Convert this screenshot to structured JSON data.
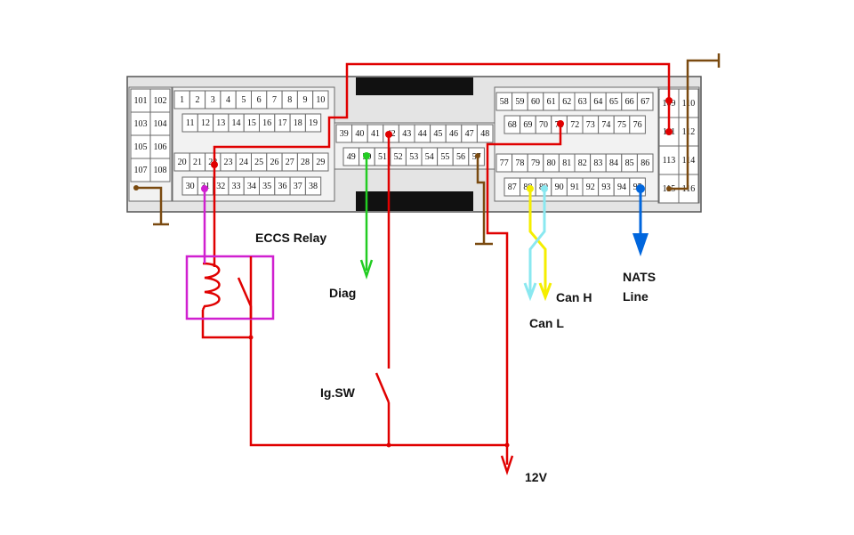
{
  "colors": {
    "power": "#e00000",
    "relay_coil": "#d020d0",
    "diag": "#22cc22",
    "ground": "#7a4a10",
    "can_h": "#f5ee00",
    "can_l": "#8ae8f0",
    "nats": "#0066dd",
    "bar": "#111111"
  },
  "connector": {
    "blocks": [
      {
        "id": "a",
        "pins": [
          "101",
          "102",
          "103",
          "104",
          "105",
          "106",
          "107",
          "108"
        ]
      },
      {
        "id": "b",
        "pins": [
          "1",
          "2",
          "3",
          "4",
          "5",
          "6",
          "7",
          "8",
          "9",
          "10",
          "11",
          "12",
          "13",
          "14",
          "15",
          "16",
          "17",
          "18",
          "19",
          "20",
          "21",
          "22",
          "23",
          "24",
          "25",
          "26",
          "27",
          "28",
          "29",
          "30",
          "31",
          "32",
          "33",
          "34",
          "35",
          "36",
          "37",
          "38"
        ]
      },
      {
        "id": "c",
        "pins": [
          "39",
          "40",
          "41",
          "42",
          "43",
          "44",
          "45",
          "46",
          "47",
          "48",
          "49",
          "50",
          "51",
          "52",
          "53",
          "54",
          "55",
          "56",
          "57"
        ]
      },
      {
        "id": "d",
        "pins": [
          "58",
          "59",
          "60",
          "61",
          "62",
          "63",
          "64",
          "65",
          "66",
          "67",
          "68",
          "69",
          "70",
          "71",
          "72",
          "73",
          "74",
          "75",
          "76",
          "77",
          "78",
          "79",
          "80",
          "81",
          "82",
          "83",
          "84",
          "85",
          "86",
          "87",
          "88",
          "89",
          "90",
          "91",
          "92",
          "93",
          "94",
          "95"
        ]
      },
      {
        "id": "e",
        "pins": [
          "109",
          "110",
          "111",
          "112",
          "113",
          "114",
          "115",
          "116"
        ]
      }
    ]
  },
  "labels": {
    "eccs_relay": "ECCS Relay",
    "diag": "Diag",
    "can_h": "Can H",
    "can_l": "Can L",
    "nats": "NATS\nLine",
    "ig_sw": "Ig.SW",
    "v12": "12V"
  }
}
